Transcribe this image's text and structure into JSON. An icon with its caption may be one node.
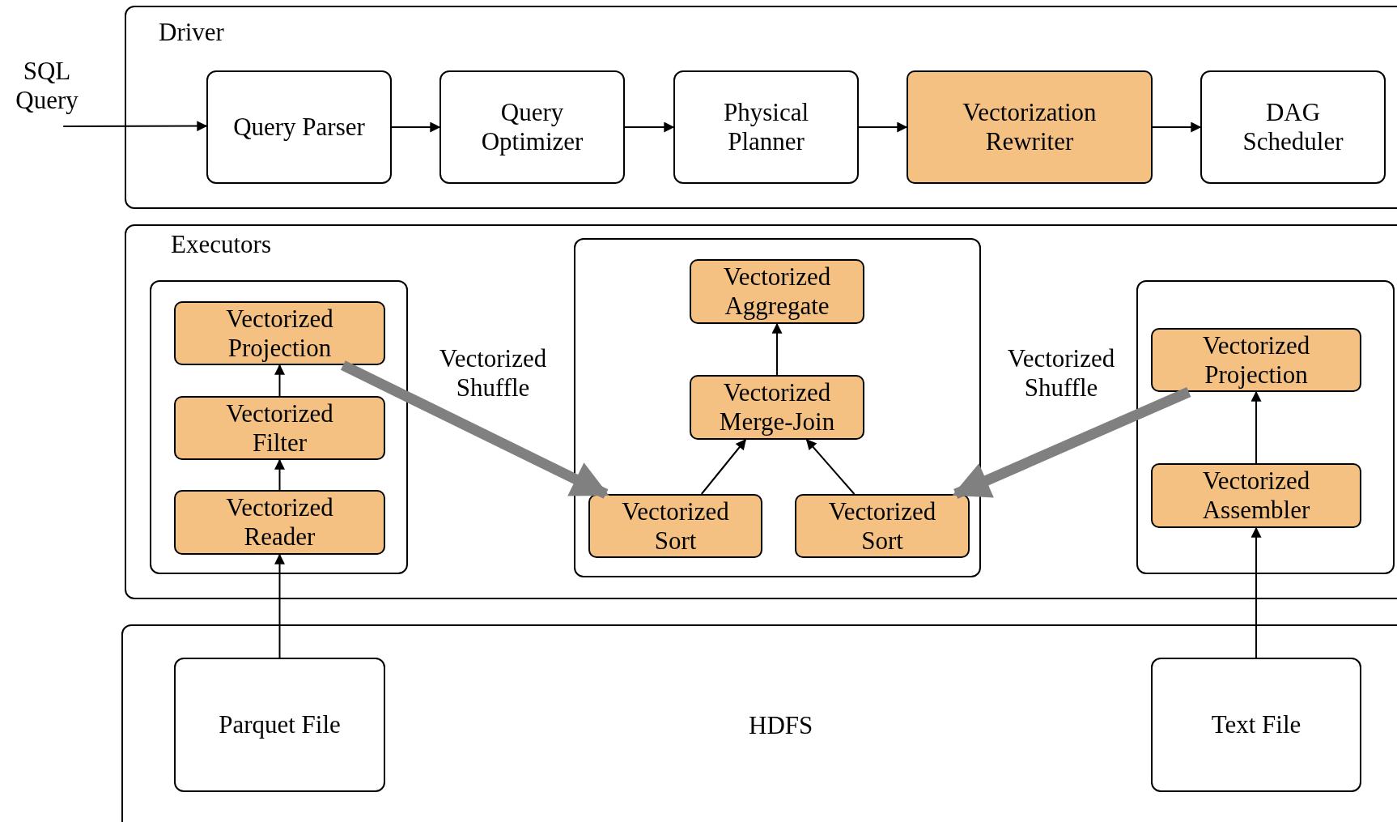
{
  "diagram": {
    "nodes": [
      {
        "text": [
          "Driver"
        ]
      },
      {
        "text": [
          "SQL Query"
        ]
      },
      {
        "text": [
          "Query Parser"
        ],
        "in": 0
      },
      {
        "text": [
          "Query Optimizer"
        ],
        "in": 0
      },
      {
        "text": [
          "Physical Planner"
        ],
        "in": 0
      },
      {
        "text": [
          "Vectorization Rewriter"
        ],
        "in": 0
      },
      {
        "text": [
          "DAG Scheduler"
        ],
        "in": 0
      },
      {
        "text": [
          "Executors"
        ]
      },
      {
        "text": [],
        "shape": "box",
        "in": 7
      },
      {
        "text": [
          "Vectorized Projection"
        ],
        "in": 8
      },
      {
        "text": [
          "Vectorized Filter"
        ],
        "in": 8
      },
      {
        "text": [
          "Vectorized Reader"
        ],
        "in": 8
      },
      {
        "text": [],
        "shape": "box",
        "in": 7
      },
      {
        "text": [
          "Vectorized Aggregate"
        ],
        "in": 12
      },
      {
        "text": [
          "Vectorized Merge-Join"
        ],
        "in": 12
      },
      {
        "text": [
          "Vectorized Sort"
        ],
        "in": 12
      },
      {
        "text": [
          "Vectorized Sort"
        ],
        "in": 12
      },
      {
        "text": [],
        "shape": "box",
        "in": 7
      },
      {
        "text": [
          "Vectorized Projection"
        ],
        "in": 17
      },
      {
        "text": [
          "Vectorized Assembler"
        ],
        "in": 17
      },
      {
        "text": [
          "HDFS"
        ]
      },
      {
        "text": [
          "Parquet File"
        ],
        "in": 20
      },
      {
        "text": [
          "Text File"
        ],
        "in": 20
      }
    ],
    "edges": [
      {
        "from": 1,
        "to": 2,
        "arrow": "to"
      },
      {
        "from": 2,
        "to": 3,
        "arrow": "to"
      },
      {
        "from": 3,
        "to": 4,
        "arrow": "to"
      },
      {
        "from": 4,
        "to": 5,
        "arrow": "to"
      },
      {
        "from": 5,
        "to": 6,
        "arrow": "to"
      },
      {
        "from": 10,
        "to": 9,
        "arrow": "to"
      },
      {
        "from": 11,
        "to": 10,
        "arrow": "to"
      },
      {
        "from": 21,
        "to": 11,
        "arrow": "to"
      },
      {
        "from": 15,
        "to": 14,
        "arrow": "to"
      },
      {
        "from": 16,
        "to": 14,
        "arrow": "to"
      },
      {
        "from": 14,
        "to": 13,
        "arrow": "to"
      },
      {
        "from": 19,
        "to": 18,
        "arrow": "to"
      },
      {
        "from": 22,
        "to": 19,
        "arrow": "to"
      },
      {
        "from": 9,
        "to": 15,
        "arrow": "to",
        "label": "Vectorized Shuffle",
        "style": "thick",
        "color": "#808080"
      },
      {
        "from": 18,
        "to": 16,
        "arrow": "to",
        "label": "Vectorized Shuffle",
        "style": "thick",
        "color": "#808080"
      }
    ]
  }
}
